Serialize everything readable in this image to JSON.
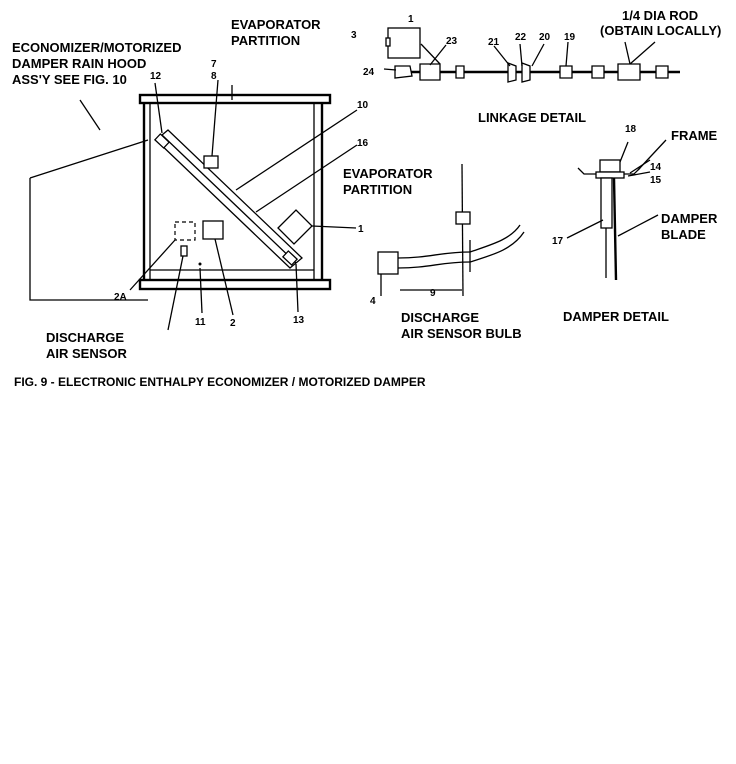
{
  "labels": {
    "economizer_1": "ECONOMIZER/MOTORIZED",
    "economizer_2": "DAMPER RAIN HOOD",
    "economizer_3": "ASS'Y SEE FIG. 10",
    "evap_top_1": "EVAPORATOR",
    "evap_top_2": "PARTITION",
    "rod_1": "1/4 DIA ROD",
    "rod_2": "(OBTAIN LOCALLY)",
    "linkage": "LINKAGE DETAIL",
    "frame": "FRAME",
    "evap_mid_1": "EVAPORATOR",
    "evap_mid_2": "PARTITION",
    "damper_blade_1": "DAMPER",
    "damper_blade_2": "BLADE",
    "sensor_bulb_1": "DISCHARGE",
    "sensor_bulb_2": "AIR SENSOR BULB",
    "damper_detail": "DAMPER DETAIL",
    "discharge_1": "DISCHARGE",
    "discharge_2": "AIR SENSOR",
    "caption": "FIG. 9 - ELECTRONIC ENTHALPY ECONOMIZER / MOTORIZED DAMPER"
  },
  "numbers": {
    "n7": "7",
    "n8": "8",
    "n12": "12",
    "n10": "10",
    "n16": "16",
    "n1_main": "1",
    "n2a": "2A",
    "n11": "11",
    "n2": "2",
    "n13": "13",
    "n1_link": "1",
    "n3": "3",
    "n23": "23",
    "n24": "24",
    "n21": "21",
    "n22": "22",
    "n20": "20",
    "n19": "19",
    "n18": "18",
    "n14": "14",
    "n15": "15",
    "n17": "17",
    "n4": "4",
    "n9": "9"
  }
}
